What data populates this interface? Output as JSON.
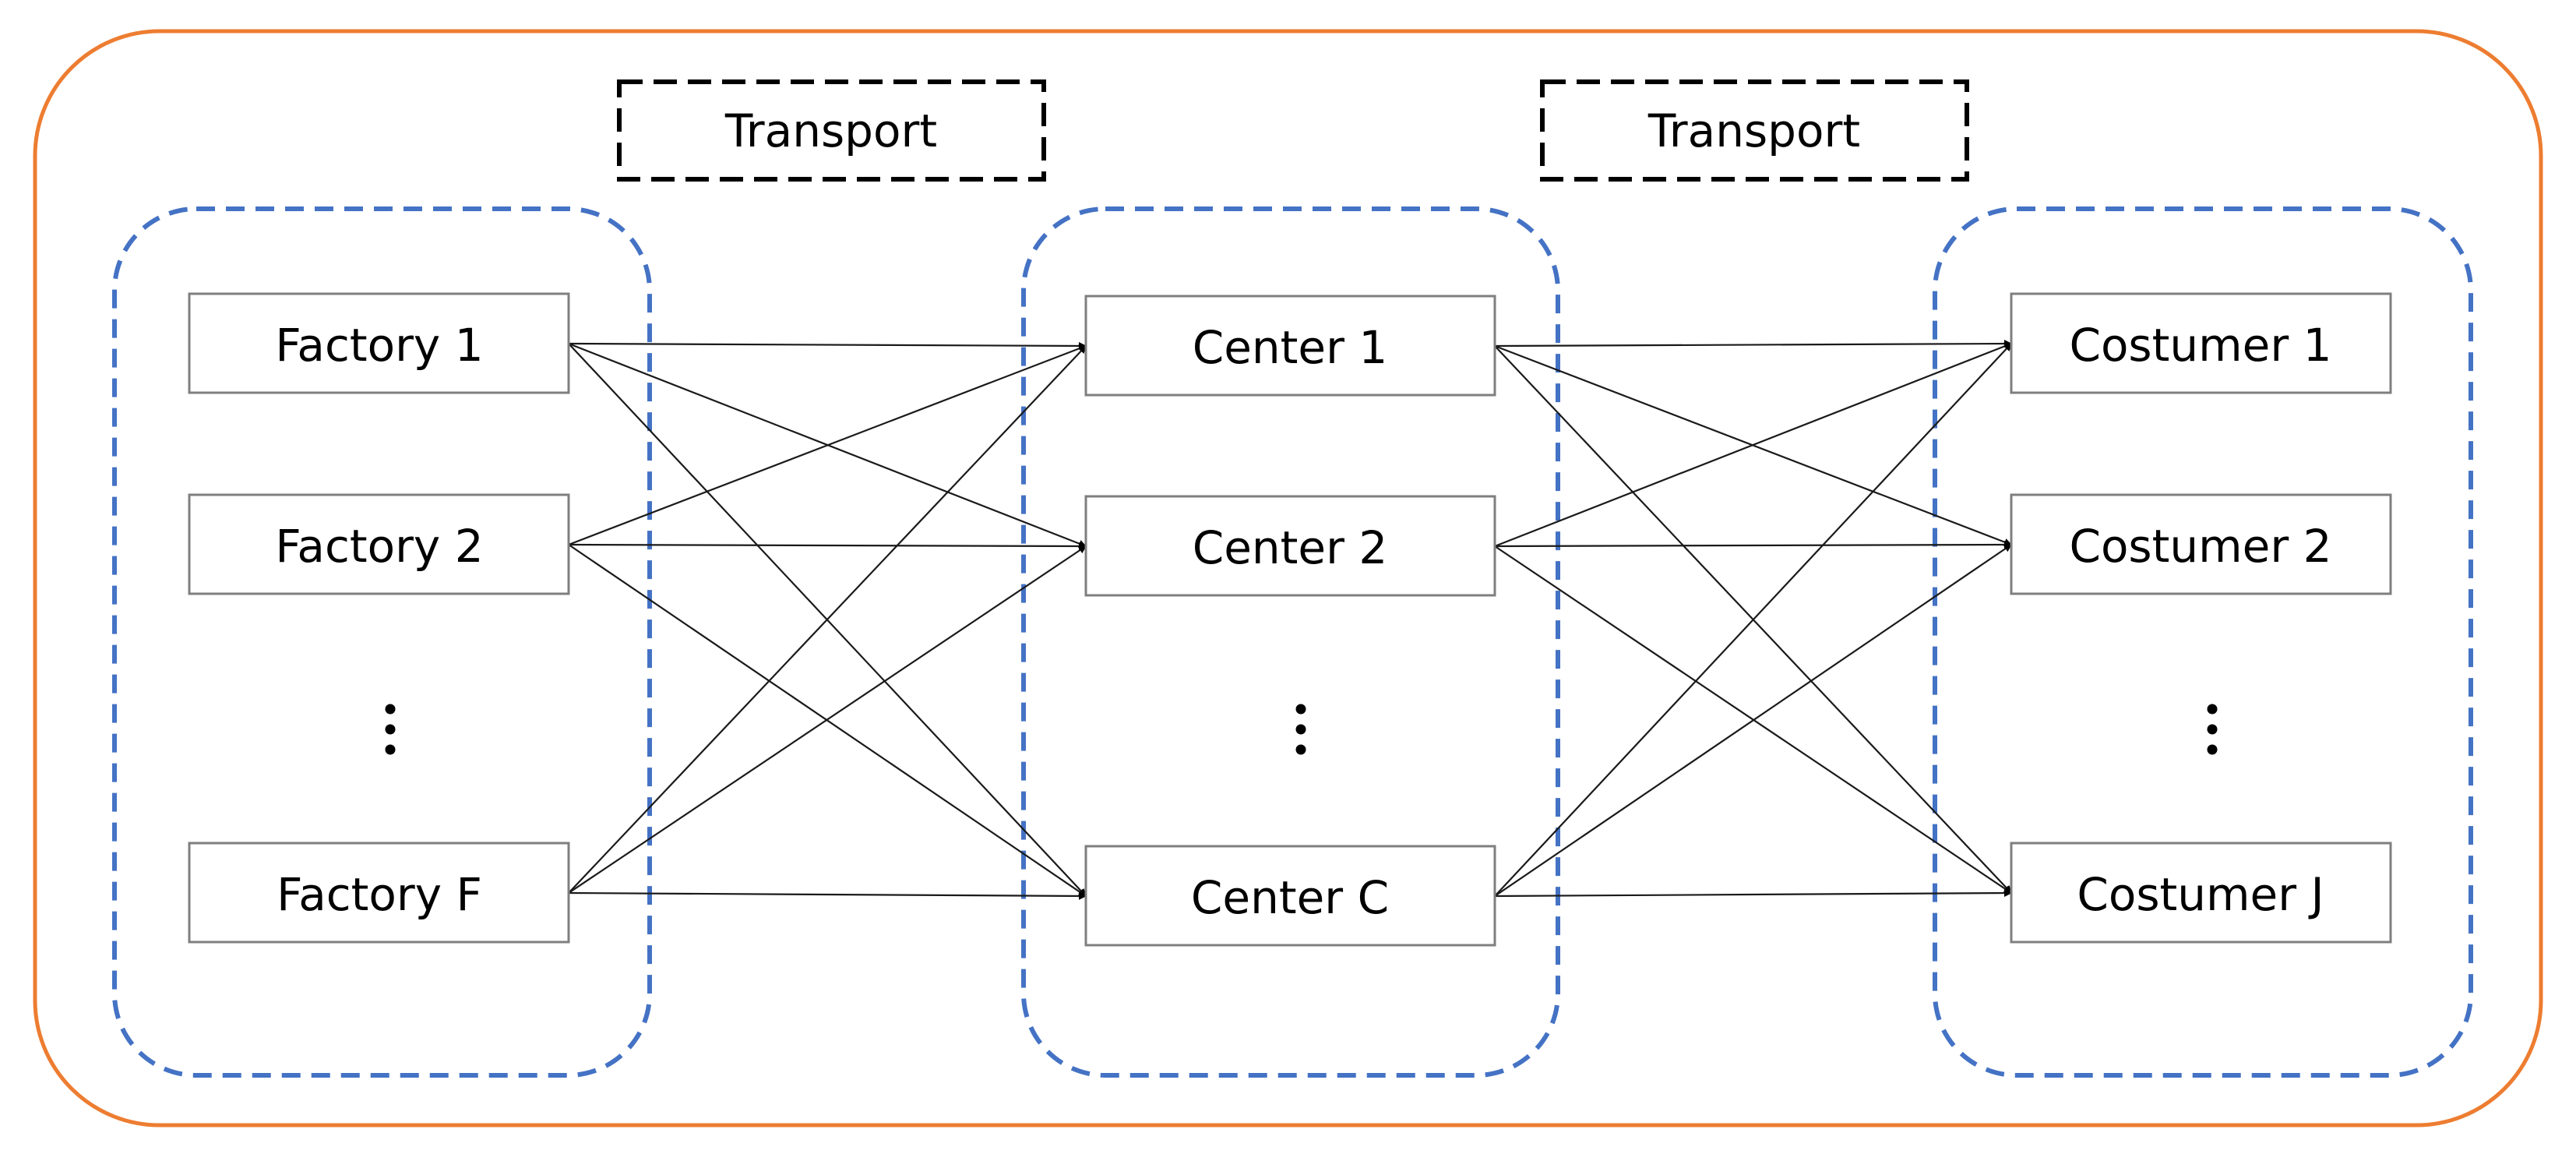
{
  "colors": {
    "outer_border": "#ed7d31",
    "group_border": "#4472c4",
    "node_border": "#7f7f7f",
    "label_border": "#000000",
    "edge": "#1a1a1a"
  },
  "labels": {
    "transport_left": "Transport",
    "transport_right": "Transport"
  },
  "groups": {
    "factories": {
      "nodes": [
        "Factory 1",
        "Factory 2",
        "Factory F"
      ],
      "ellipsis": "⋮"
    },
    "centers": {
      "nodes": [
        "Center 1",
        "Center 2",
        "Center C"
      ],
      "ellipsis": "⋮"
    },
    "customers": {
      "nodes": [
        "Costumer 1",
        "Costumer 2",
        "Costumer J"
      ],
      "ellipsis": "⋮"
    }
  },
  "edges": {
    "factories_to_centers": "all-to-all",
    "centers_to_customers": "all-to-all"
  }
}
